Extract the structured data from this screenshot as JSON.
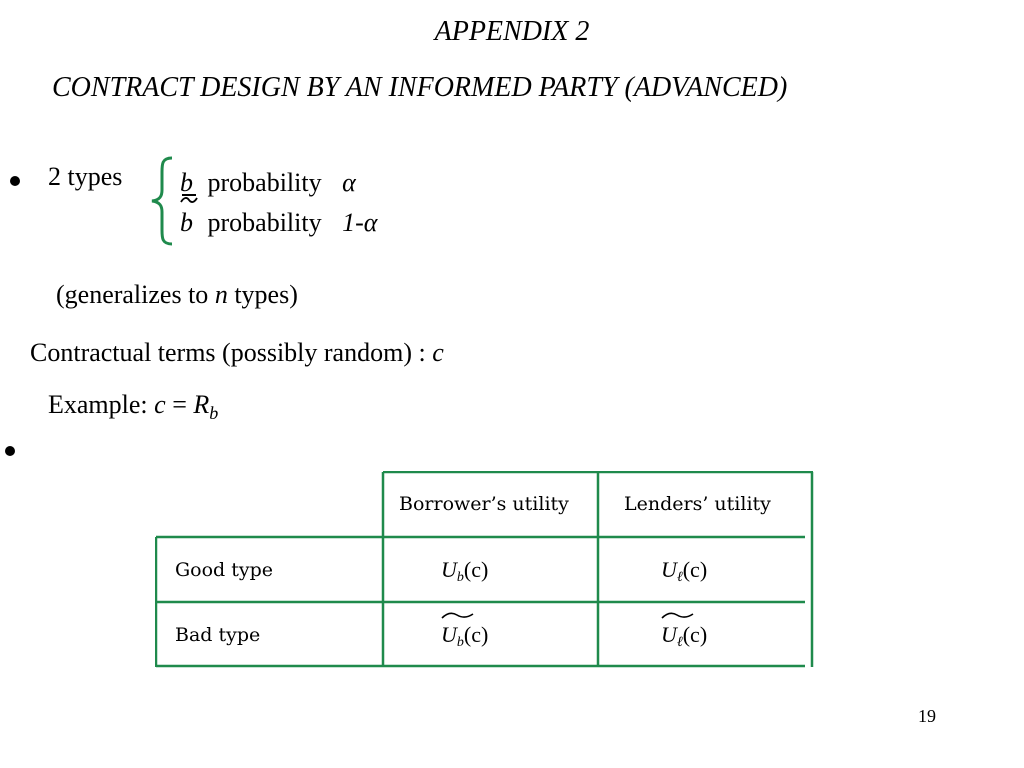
{
  "slide": {
    "title": "APPENDIX 2",
    "subtitle": "CONTRACT DESIGN BY AN  INFORMED PARTY (ADVANCED)",
    "bullet1": "2 types",
    "type_good_symbol": "b",
    "type_bad_symbol": "b",
    "probability_word": "probability",
    "prob_good": "α",
    "prob_bad_prefix": "1-",
    "prob_bad_alpha": "α",
    "generalizes_prefix": "(generalizes to ",
    "generalizes_n": "n",
    "generalizes_suffix": " types)",
    "contract_text": "Contractual terms (possibly random) : ",
    "contract_symbol": "c",
    "example_label": "Example: ",
    "example_c": "c",
    "example_eq": " = ",
    "example_R": "R",
    "example_sub": "b",
    "page_number": "19"
  },
  "table": {
    "headers": [
      "Borrower’s utility",
      "Lenders’ utility"
    ],
    "rows": [
      {
        "label": "Good type",
        "borrower_U": "U",
        "borrower_sub": "b",
        "borrower_arg": "(c)",
        "lender_U": "U",
        "lender_sub": "ℓ",
        "lender_arg": "(c)"
      },
      {
        "label": "Bad type",
        "borrower_U": "U",
        "borrower_sub": "b",
        "borrower_arg": "(c)",
        "lender_U": "U",
        "lender_sub": "ℓ",
        "lender_arg": "(c)"
      }
    ],
    "line_color": "#1f8a4c"
  }
}
